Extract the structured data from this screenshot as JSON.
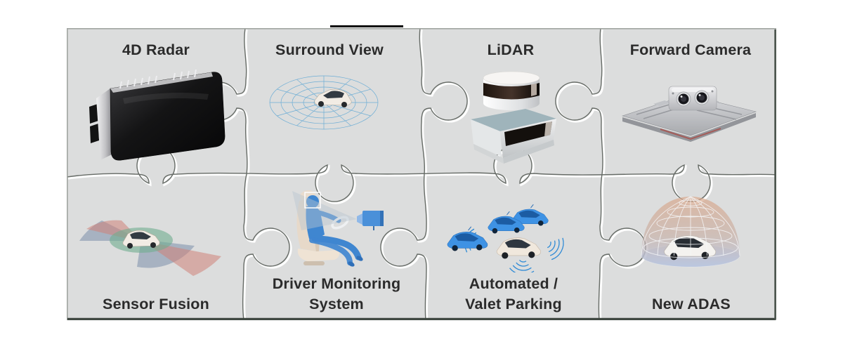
{
  "diagram": {
    "description": "jigsaw-puzzle automotive sensor diagram",
    "pieces": [
      {
        "id": "4d-radar",
        "line1": "4D Radar",
        "illustration": "4d-radar-sensor-unit"
      },
      {
        "id": "surround-view",
        "line1": "Surround View",
        "illustration": "car-on-surround-wireframe-mesh"
      },
      {
        "id": "lidar",
        "line1": "LiDAR",
        "illustration": "lidar-sensor-units"
      },
      {
        "id": "forward-camera",
        "line1": "Forward Camera",
        "illustration": "stereo-forward-camera-module"
      },
      {
        "id": "sensor-fusion",
        "line1": "Sensor Fusion",
        "illustration": "car-with-sensor-coverage-fans"
      },
      {
        "id": "driver-monitoring-system",
        "line1": "Driver Monitoring",
        "line2": "System",
        "illustration": "driver-in-seat-with-monitoring-camera"
      },
      {
        "id": "automated-valet-parking",
        "line1": "Automated /",
        "line2": "Valet Parking",
        "illustration": "parking-cars-with-ultrasonic-waves"
      },
      {
        "id": "new-adas",
        "line1": "New ADAS",
        "illustration": "car-under-protective-wireframe-dome"
      }
    ],
    "colors": {
      "board_background": "#dcdddd",
      "label_text": "#2b2b2b",
      "puzzle_line": "#666b66",
      "puzzle_highlight": "#ffffff",
      "board_edge_dark": "#3c453e",
      "mesh_blue": "#61a8d4",
      "wave_blue": "#2e8ad6",
      "car_blue": "#3e92e4",
      "person_blue": "#3f86d0",
      "fusion_pink": "#cf8279",
      "fusion_slate_blue": "#7187a6",
      "fusion_green": "#6fae8f",
      "dome_orange": "#d9a78a",
      "dome_blue": "#b3c2e0",
      "seat_beige": "#e7d9c9"
    }
  }
}
